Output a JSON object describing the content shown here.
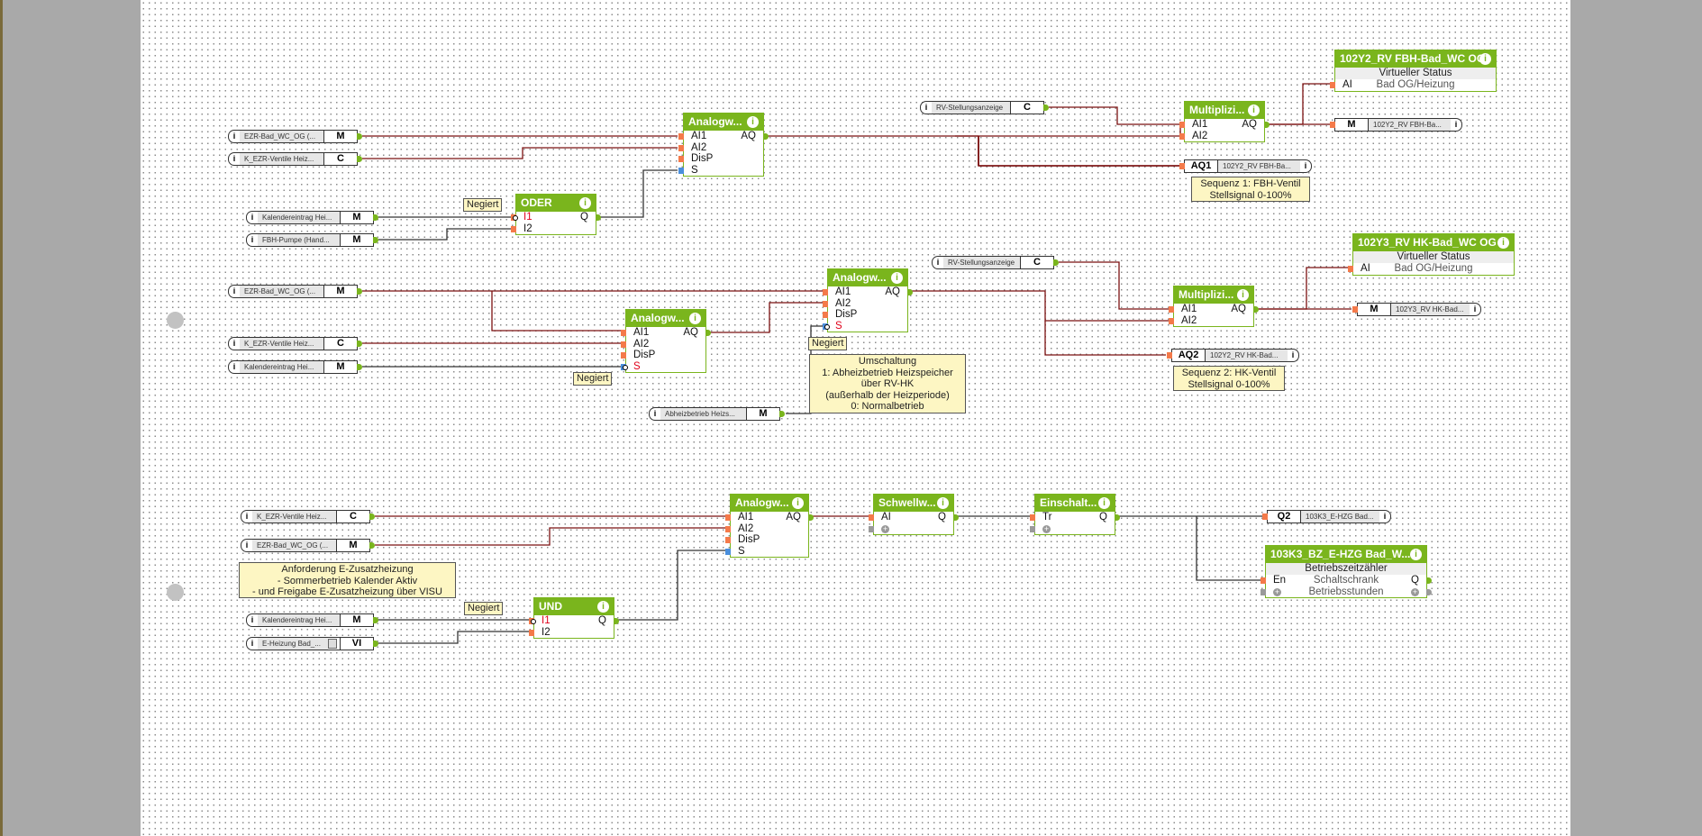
{
  "inputs": [
    {
      "label": "EZR-Bad_WC_OG (...",
      "type": "M"
    },
    {
      "label": "K_EZR-Ventile Heiz...",
      "type": "C"
    },
    {
      "label": "Kalendereintrag Hei...",
      "type": "M"
    },
    {
      "label": "FBH-Pumpe (Hand...",
      "type": "M"
    },
    {
      "label": "EZR-Bad_WC_OG (...",
      "type": "M"
    },
    {
      "label": "K_EZR-Ventile Heiz...",
      "type": "C"
    },
    {
      "label": "Kalendereintrag Hei...",
      "type": "M"
    },
    {
      "label": "Abheizbetrieb Heizs...",
      "type": "M"
    },
    {
      "label": "RV-Stellungsanzeige",
      "type": "C"
    },
    {
      "label": "RV-Stellungsanzeige",
      "type": "C"
    },
    {
      "label": "K_EZR-Ventile Heiz...",
      "type": "C"
    },
    {
      "label": "EZR-Bad_WC_OG (...",
      "type": "M"
    },
    {
      "label": "Kalendereintrag Hei...",
      "type": "M"
    },
    {
      "label": "E-Heizung Bad_...",
      "type": "VI"
    }
  ],
  "outputs": [
    {
      "type": "AQ1",
      "label": "102Y2_RV FBH-Ba..."
    },
    {
      "type": "M",
      "label": "102Y2_RV FBH-Ba..."
    },
    {
      "type": "AQ2",
      "label": "102Y2_RV HK-Bad..."
    },
    {
      "type": "M",
      "label": "102Y3_RV HK-Bad..."
    },
    {
      "type": "Q2",
      "label": "103K3_E-HZG Bad..."
    }
  ],
  "blocks": {
    "analog1": {
      "title": "Analogw...",
      "inputs": [
        "AI1",
        "AI2",
        "DisP",
        "S"
      ],
      "output": "AQ"
    },
    "analog2": {
      "title": "Analogw...",
      "inputs": [
        "AI1",
        "AI2",
        "DisP",
        "S"
      ],
      "output": "AQ"
    },
    "analog3": {
      "title": "Analogw...",
      "inputs": [
        "AI1",
        "AI2",
        "DisP",
        "S"
      ],
      "output": "AQ"
    },
    "analog4": {
      "title": "Analogw...",
      "inputs": [
        "AI1",
        "AI2",
        "DisP",
        "S"
      ],
      "output": "AQ"
    },
    "oder": {
      "title": "ODER",
      "inputs": [
        "I1",
        "I2"
      ],
      "output": "Q"
    },
    "und": {
      "title": "UND",
      "inputs": [
        "I1",
        "I2"
      ],
      "output": "Q"
    },
    "mult1": {
      "title": "Multiplizi...",
      "inputs": [
        "AI1",
        "AI2"
      ],
      "output": "AQ"
    },
    "mult2": {
      "title": "Multiplizi...",
      "inputs": [
        "AI1",
        "AI2"
      ],
      "output": "AQ"
    },
    "schwell": {
      "title": "Schwellw...",
      "inputs": [
        "AI"
      ],
      "output": "Q"
    },
    "einschalt": {
      "title": "Einschalt...",
      "inputs": [
        "Tr"
      ],
      "output": "Q"
    },
    "vs1": {
      "title": "102Y2_RV FBH-Bad_WC OG",
      "subtitle": "Virtueller Status",
      "input": "AI",
      "room": "Bad OG/Heizung"
    },
    "vs2": {
      "title": "102Y3_RV HK-Bad_WC OG",
      "subtitle": "Virtueller Status",
      "input": "AI",
      "room": "Bad OG/Heizung"
    },
    "bz": {
      "title": "103K3_BZ_E-HZG Bad_W...",
      "subtitle": "Betriebszeitzähler",
      "input": "En",
      "room": "Schaltschrank",
      "output": "Q",
      "extra": "Betriebsstunden"
    }
  },
  "negiert_label": "Negiert",
  "info_glyph": "i",
  "notes": {
    "seq1": [
      "Sequenz 1: FBH-Ventil",
      "Stellsignal 0-100%"
    ],
    "seq2": [
      "Sequenz 2: HK-Ventil",
      "Stellsignal 0-100%"
    ],
    "umschaltung": [
      "Umschaltung",
      "1: Abheizbetrieb Heizspeicher",
      "über RV-HK",
      "(außerhalb der Heizperiode)",
      "0: Normalbetrieb"
    ],
    "anforderung": [
      "Anforderung E-Zusatzheizung",
      "- Sommerbetrieb Kalender Aktiv",
      "- und Freigabe E-Zusatzheizung über VISU"
    ]
  },
  "colors": {
    "block": "#7ab51d",
    "wire_analog": "#7b1010",
    "wire_digital": "#333333",
    "note_bg": "#fdf6c3"
  }
}
